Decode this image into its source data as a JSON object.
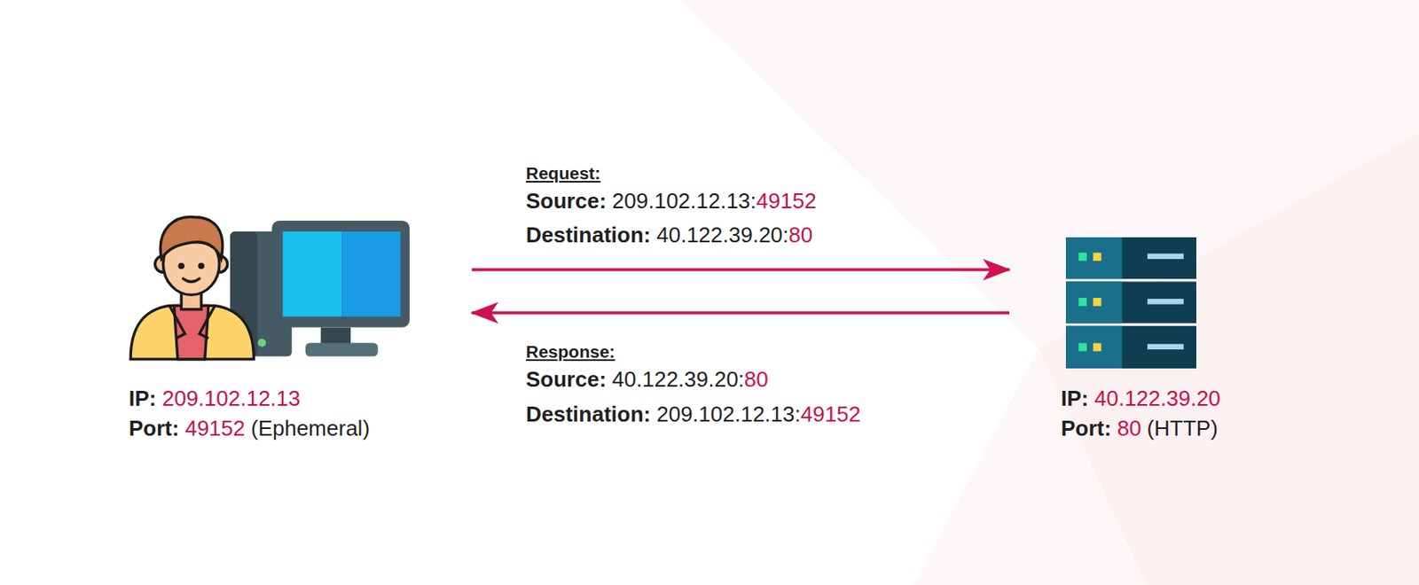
{
  "diagram": {
    "nodes": [
      {
        "text": [
          "IP:",
          "209.102.12.13",
          "Port:",
          "49152",
          "(Ephemeral)"
        ]
      },
      {
        "text": [
          "IP:",
          "40.122.39.20",
          "Port:",
          "80",
          "(HTTP)"
        ]
      }
    ],
    "edges": [
      {
        "from": 0,
        "to": 1,
        "arrow": "to"
      },
      {
        "from": 1,
        "to": 0,
        "arrow": "to"
      }
    ],
    "labels": [
      "Request:",
      "Source:",
      "209.102.12.13:",
      "49152",
      "Destination:",
      "40.122.39.20:",
      "80",
      "Response:",
      "Source:",
      "40.122.39.20:",
      "80",
      "Destination:",
      "209.102.12.13:",
      "49152"
    ]
  }
}
